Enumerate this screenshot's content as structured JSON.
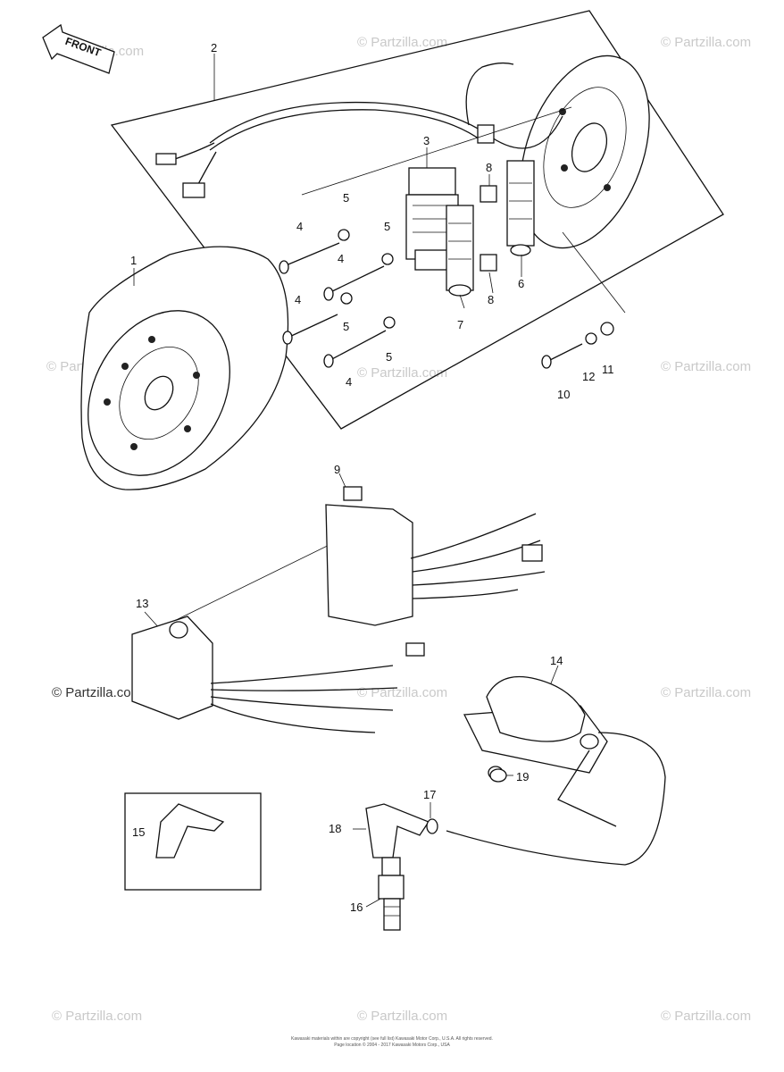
{
  "front_label": "FRONT",
  "watermark": "© Partzilla.com",
  "callouts": [
    "1",
    "2",
    "3",
    "4",
    "5",
    "6",
    "7",
    "8",
    "9",
    "10",
    "11",
    "12",
    "13",
    "14",
    "15",
    "16",
    "17",
    "18",
    "19"
  ],
  "footer": {
    "line1": "Kawasaki materials within are copyright (see full list) Kawasaki Motor Corp., U.S.A. All rights reserved.",
    "line2": "Page location © 2004 - 2017 Kawasaki Motors Corp., USA"
  }
}
